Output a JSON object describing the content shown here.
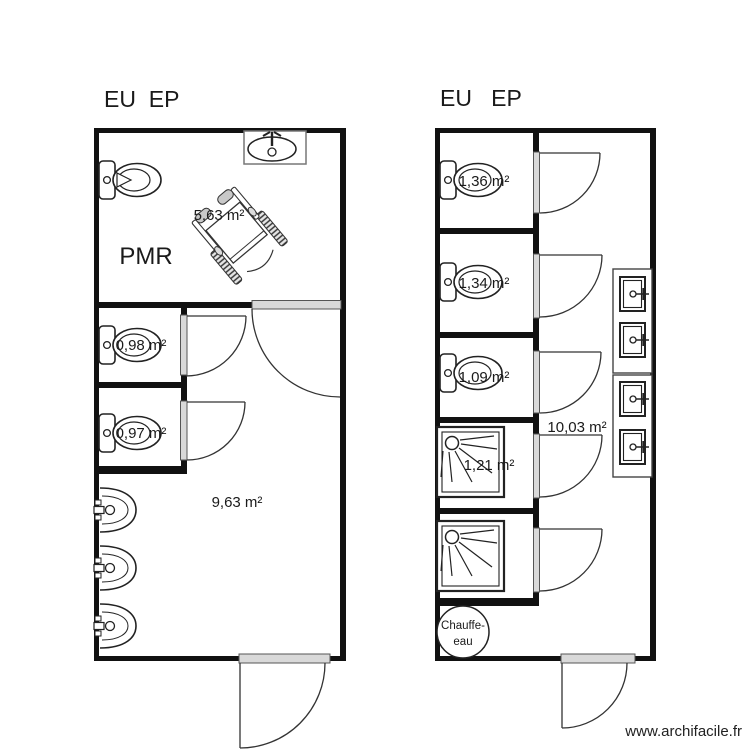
{
  "watermark": "www.archifacile.fr",
  "left_plan": {
    "title": "EU  EP",
    "rooms": {
      "pmr_label": "PMR",
      "pmr_area": "5,63 m²",
      "stall_a_area": "0,98 m²",
      "stall_b_area": "0,97 m²",
      "main_area": "9,63 m²"
    }
  },
  "right_plan": {
    "title": "EU   EP",
    "rooms": {
      "stall_1_area": "1,36 m²",
      "stall_2_area": "1,34 m²",
      "stall_3_area": "1,09 m²",
      "shower_1_area": "1,21 m²",
      "corridor_area": "10,03 m²",
      "water_heater_line1": "Chauffe-",
      "water_heater_line2": "eau"
    }
  }
}
